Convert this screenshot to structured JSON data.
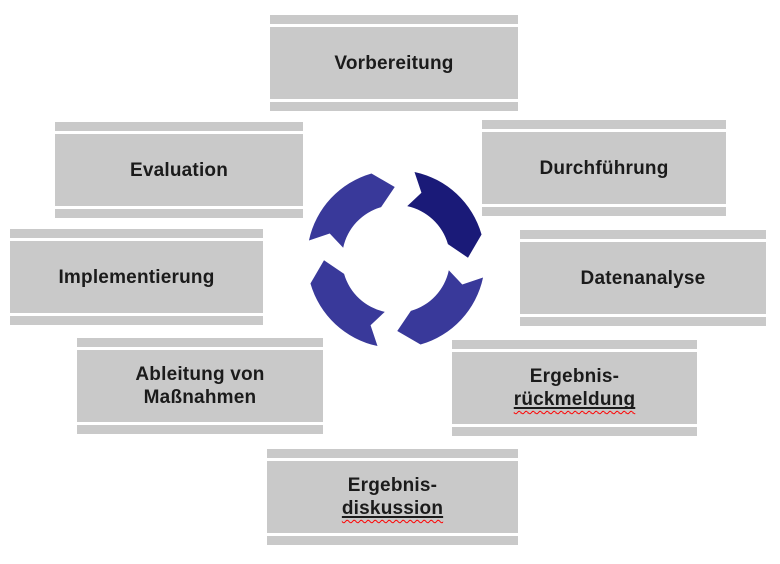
{
  "diagram": {
    "type": "cycle",
    "steps": [
      {
        "name": "vorbereitung",
        "lines": [
          "Vorbereitung"
        ]
      },
      {
        "name": "durchfuehrung",
        "lines": [
          "Durchführung"
        ]
      },
      {
        "name": "datenanalyse",
        "lines": [
          "Datenanalyse"
        ]
      },
      {
        "name": "ergebnis-rueckmeldung",
        "lines": [
          "Ergebnis-",
          "rückmeldung"
        ],
        "spellcheck_underlined_word": "rückmeldung"
      },
      {
        "name": "ergebnis-diskussion",
        "lines": [
          "Ergebnis-",
          "diskussion"
        ],
        "spellcheck_underlined_word": "diskussion"
      },
      {
        "name": "ableitung-von-massnahmen",
        "lines": [
          "Ableitung von",
          "Maßnahmen"
        ]
      },
      {
        "name": "implementierung",
        "lines": [
          "Implementierung"
        ]
      },
      {
        "name": "evaluation",
        "lines": [
          "Evaluation"
        ]
      }
    ],
    "center_icon": "cycle-arrows-icon",
    "colors": {
      "background": "#ffffff",
      "box_fill": "#c9c9c9",
      "label_text": "#1b1b1b",
      "arrow_blue": "#39399a",
      "arrow_dark_blue": "#1a1a78",
      "spellcheck_red": "#ff0000"
    }
  }
}
